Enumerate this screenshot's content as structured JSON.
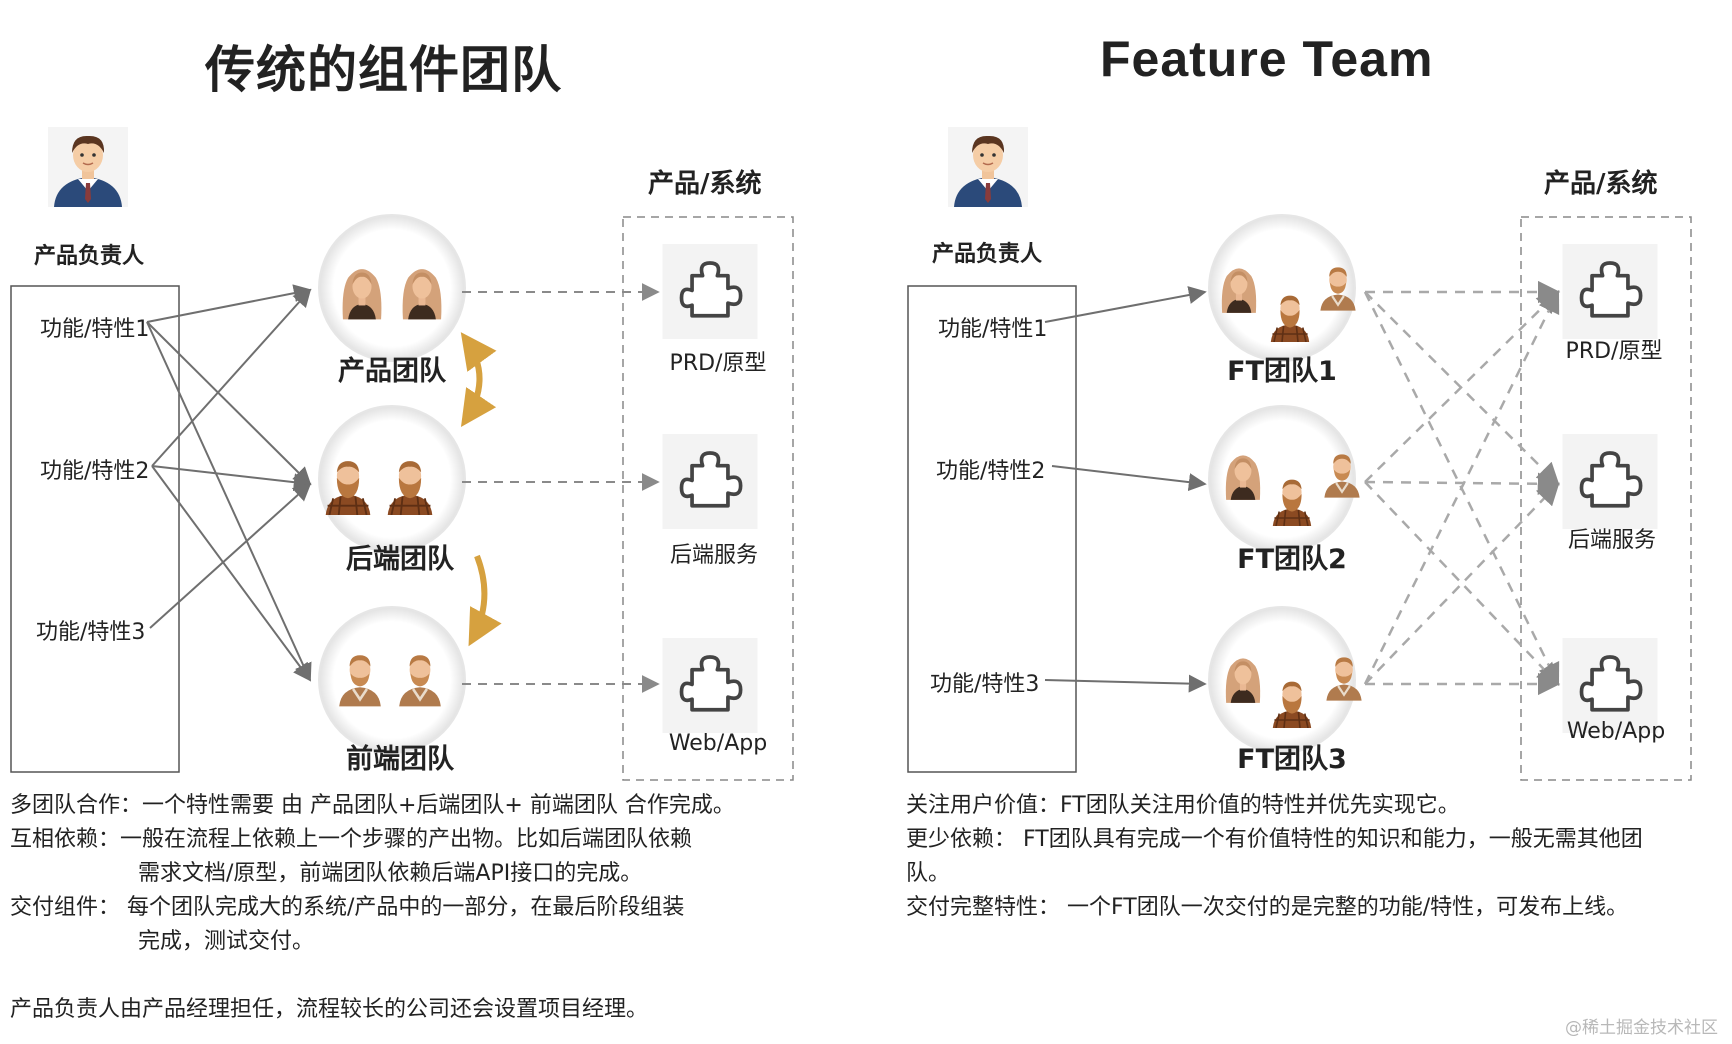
{
  "left": {
    "title": "传统的组件团队",
    "owner_label": "产品负责人",
    "features": [
      "功能/特性1",
      "功能/特性2",
      "功能/特性3"
    ],
    "teams": [
      "产品团队",
      "后端团队",
      "前端团队"
    ],
    "system_header": "产品/系统",
    "components": [
      "PRD/原型",
      "后端服务",
      "Web/App"
    ],
    "notes": [
      "多团队合作：一个特性需要 由 产品团队+后端团队+ 前端团队 合作完成。",
      "互相依赖：一般在流程上依赖上一个步骤的产出物。比如后端团队依赖",
      "需求文档/原型，前端团队依赖后端API接口的完成。",
      "交付组件： 每个团队完成大的系统/产品中的一部分，在最后阶段组装",
      "完成，测试交付。",
      "产品负责人由产品经理担任，流程较长的公司还会设置项目经理。"
    ]
  },
  "right": {
    "title": "Feature Team",
    "owner_label": "产品负责人",
    "features": [
      "功能/特性1",
      "功能/特性2",
      "功能/特性3"
    ],
    "teams": [
      "FT团队1",
      "FT团队2",
      "FT团队3"
    ],
    "system_header": "产品/系统",
    "components": [
      "PRD/原型",
      "后端服务",
      "Web/App"
    ],
    "notes": [
      "关注用户价值：FT团队关注用价值的特性并优先实现它。",
      "更少依赖： FT团队具有完成一个有价值特性的知识和能力，一般无需其他团",
      "队。",
      "交付完整特性： 一个FT团队一次交付的是完整的功能/特性，可发布上线。"
    ]
  },
  "watermark": "@稀土掘金技术社区",
  "colors": {
    "arrow": "#6f6f6f",
    "dashed": "#a9a9a9",
    "dependency_arrow": "#d6a13f",
    "suit": "#2b4a7a",
    "hair_female": "#d4a27a",
    "beard": "#b9773f"
  }
}
